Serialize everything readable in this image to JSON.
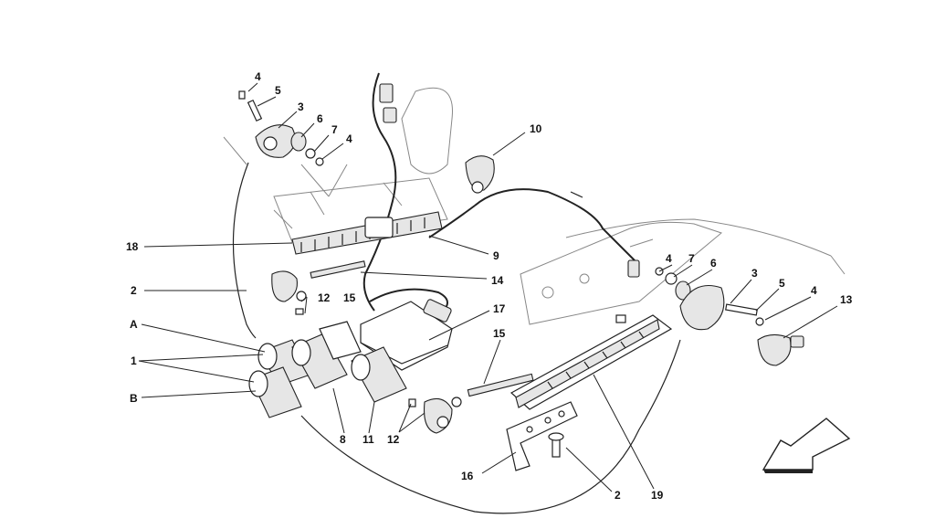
{
  "callouts": {
    "c4a": "4",
    "c5a": "5",
    "c3a": "3",
    "c6a": "6",
    "c7a": "7",
    "c4b": "4",
    "c10": "10",
    "c18": "18",
    "c9": "9",
    "c14": "14",
    "c2a": "2",
    "c12a": "12",
    "c15a": "15",
    "c17": "17",
    "cA": "A",
    "c1": "1",
    "cB": "B",
    "c15b": "15",
    "c8": "8",
    "c11": "11",
    "c12b": "12",
    "c4c": "4",
    "c7b": "7",
    "c6b": "6",
    "c3b": "3",
    "c5b": "5",
    "c4d": "4",
    "c13": "13",
    "c16": "16",
    "c2b": "2",
    "c19": "19"
  },
  "icons": {
    "direction": "direction-arrow-icon"
  }
}
